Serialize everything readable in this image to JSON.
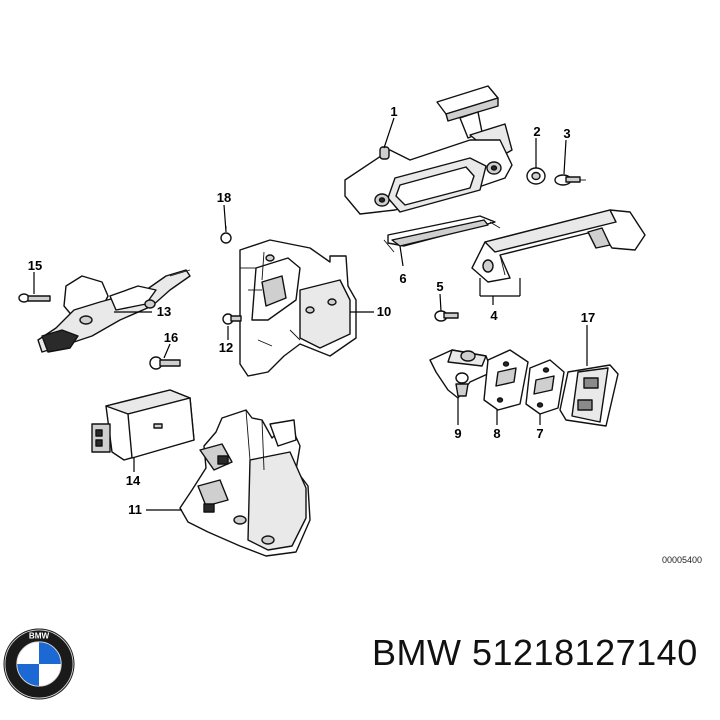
{
  "diagram": {
    "callouts": {
      "c1": "1",
      "c2": "2",
      "c3": "3",
      "c4": "4",
      "c5": "5",
      "c6": "6",
      "c7": "7",
      "c8": "8",
      "c9": "9",
      "c10": "10",
      "c11": "11",
      "c12": "12",
      "c13": "13",
      "c14": "14",
      "c15": "15",
      "c16": "16",
      "c17": "17",
      "c18": "18"
    },
    "image_code": "00005400"
  },
  "brand": {
    "logo_text": "BMW",
    "logo_icon": "bmw-roundel-icon",
    "colors": {
      "blue": "#1c69d4",
      "ring": "#1a1a1a",
      "white": "#ffffff"
    }
  },
  "caption": "BMW 51218127140"
}
